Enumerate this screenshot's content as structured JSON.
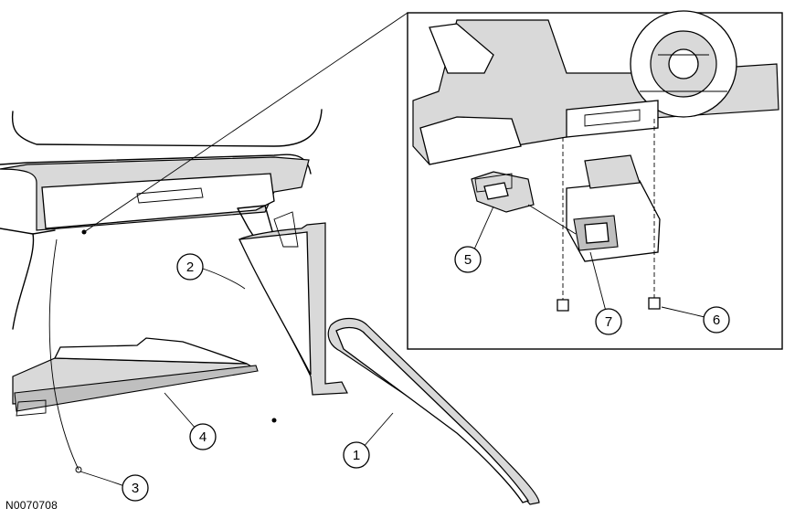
{
  "figure_code": "N0070708",
  "callouts": [
    {
      "id": "callout-1",
      "label": "1"
    },
    {
      "id": "callout-2",
      "label": "2"
    },
    {
      "id": "callout-3",
      "label": "3"
    },
    {
      "id": "callout-4",
      "label": "4"
    },
    {
      "id": "callout-5",
      "label": "5"
    },
    {
      "id": "callout-6",
      "label": "6"
    },
    {
      "id": "callout-7",
      "label": "7"
    }
  ]
}
